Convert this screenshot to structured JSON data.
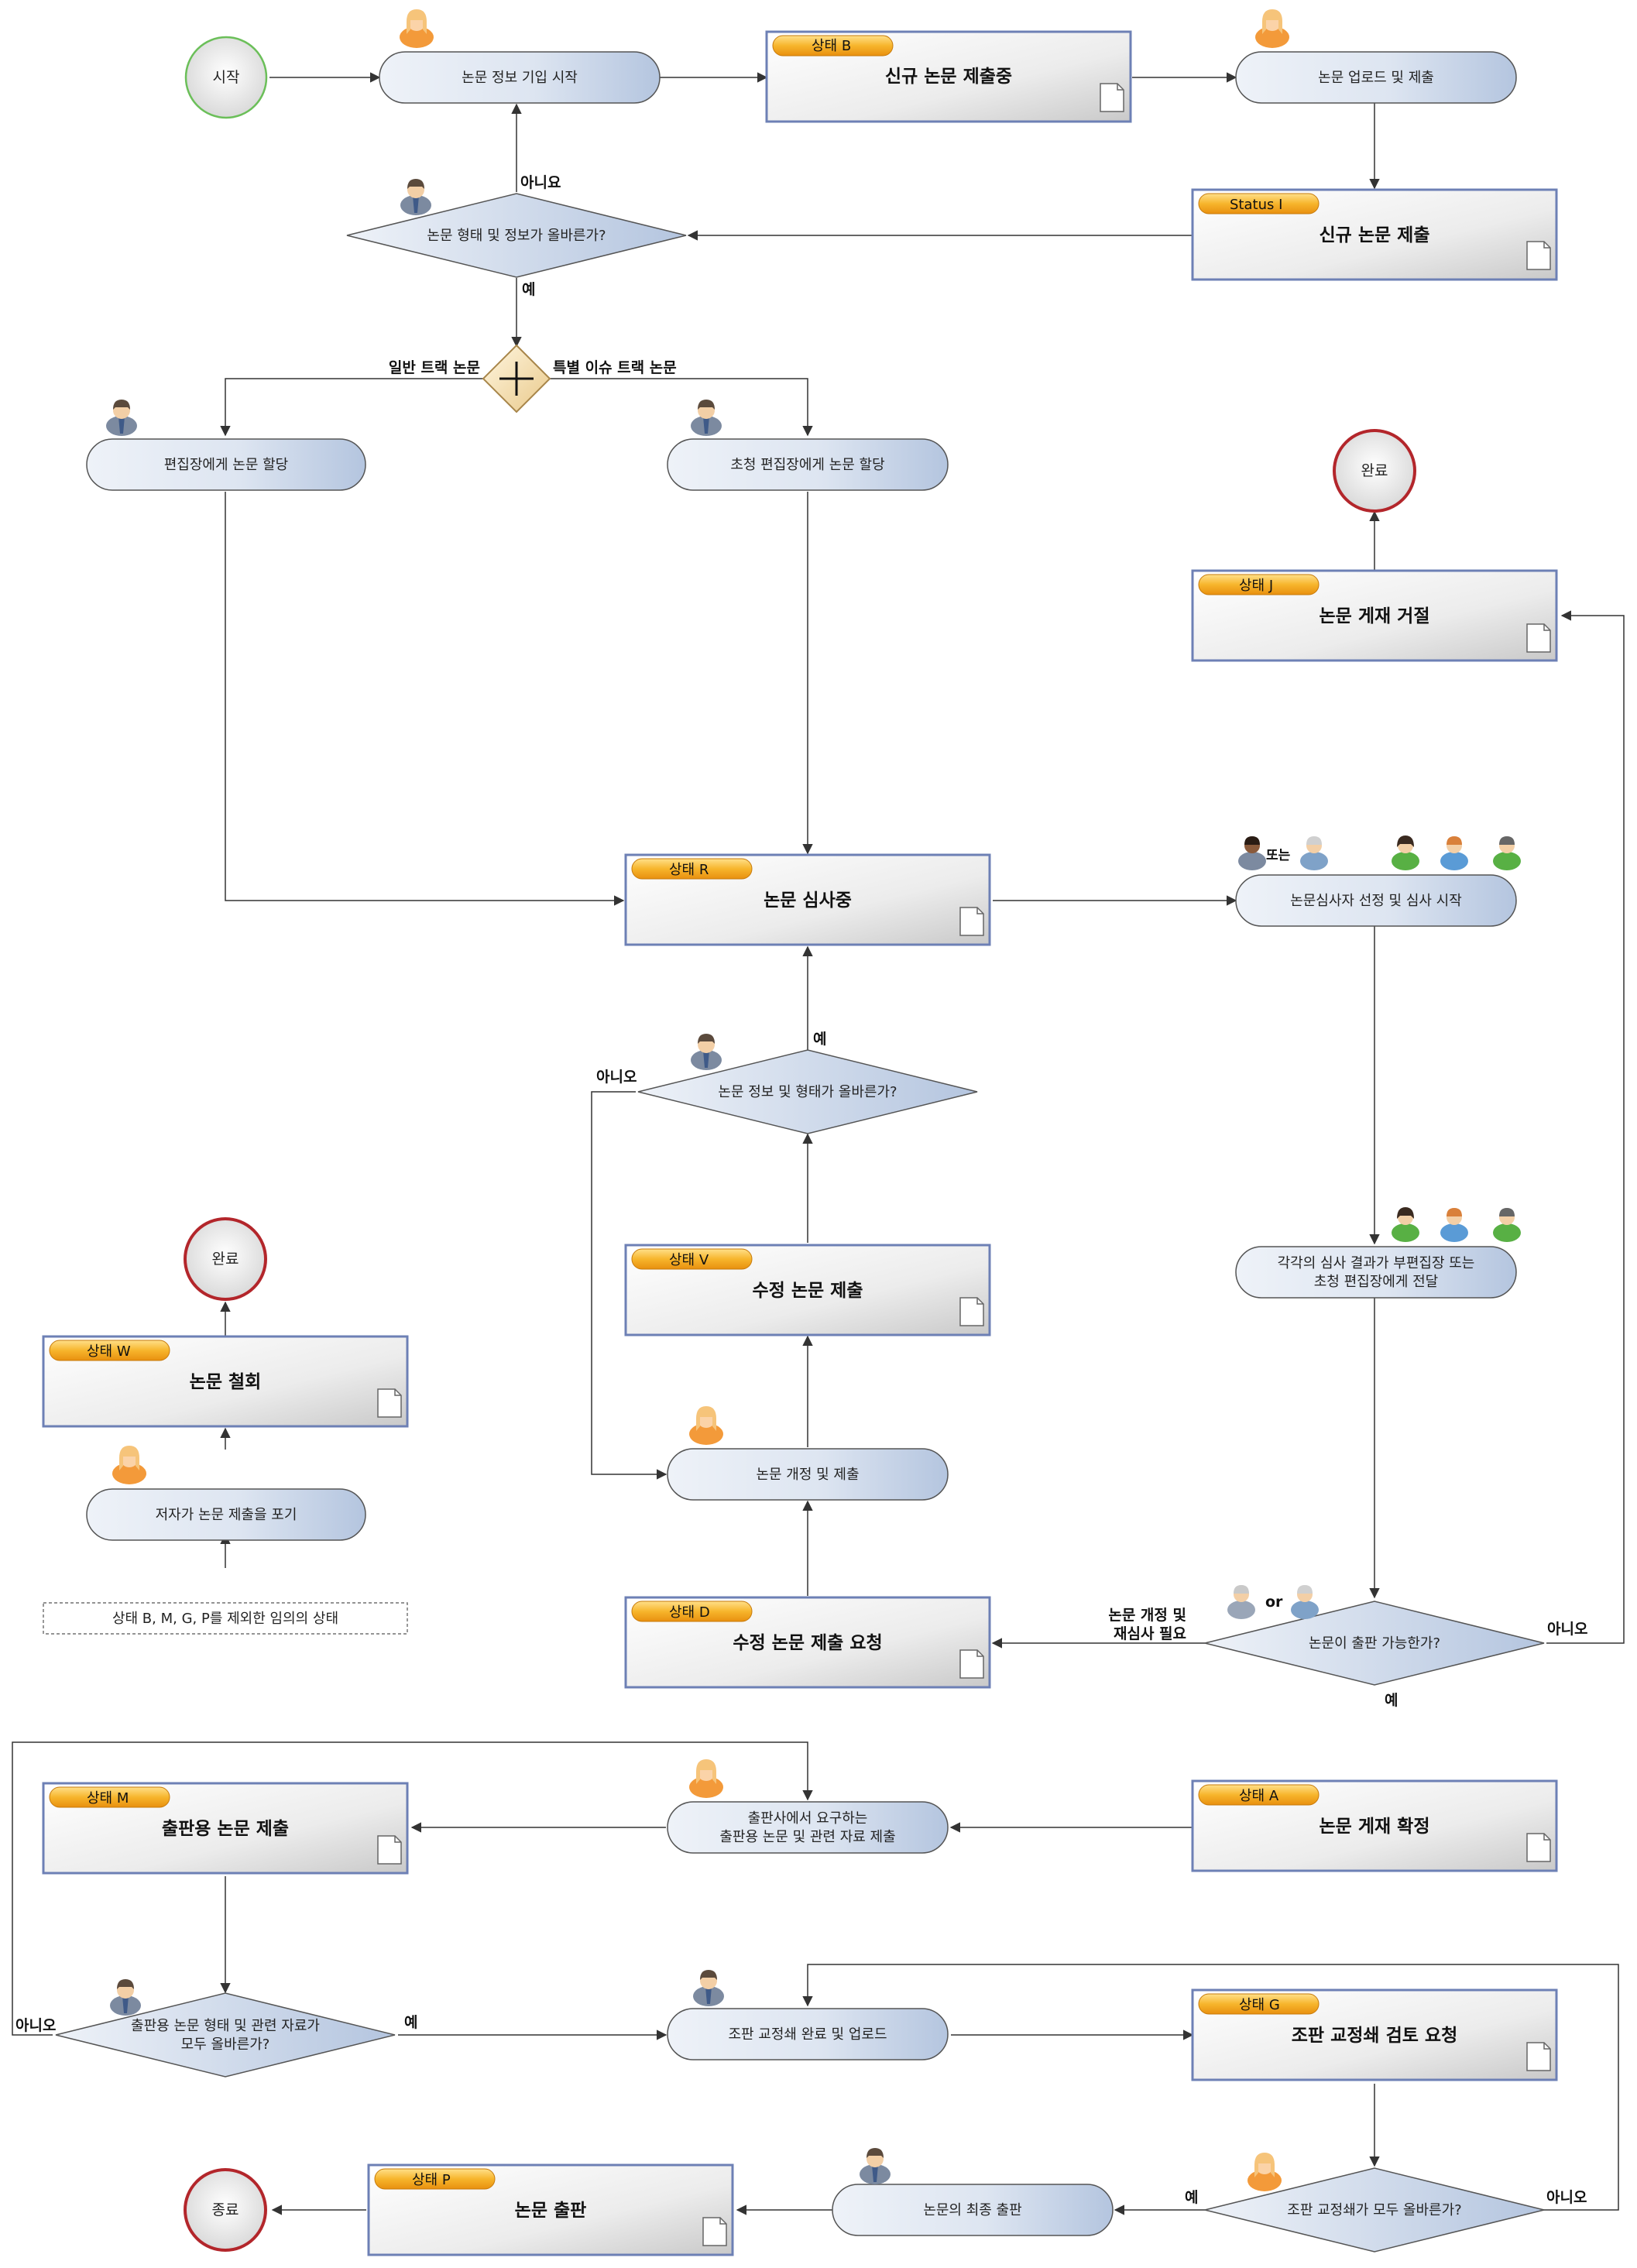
{
  "start": {
    "label": "시작"
  },
  "end": {
    "label": "종료"
  },
  "done_top": {
    "label": "완료"
  },
  "done_left": {
    "label": "완료"
  },
  "tasks": {
    "enter_info": "논문 정보 기입 시작",
    "upload_submit": "논문 업로드 및 제출",
    "assign_editor": "편집장에게 논문 할당",
    "assign_guest": "초청 편집장에게 논문 할당",
    "select_reviewers": "논문심사자 선정 및 심사 시작",
    "forward_results": [
      "각각의 심사 결과가 부편집장 또는",
      "초청 편집장에게 전달"
    ],
    "revise_submit": "논문 개정 및 제출",
    "author_withdraw": "저자가 논문 제출을 포기",
    "publisher_materials": [
      "출판사에서 요구하는",
      "출판용 논문 및 관련 자료 제출"
    ],
    "proof_upload": "조판 교정쇄 완료 및 업로드",
    "final_publish": "논문의 최종 출판"
  },
  "any_state": "상태 B, M, G, P를 제외한 임의의 상태",
  "states": {
    "B": {
      "badge": "상태 B",
      "title": "신규 논문 제출중"
    },
    "I": {
      "badge": "Status I",
      "title": "신규 논문 제출"
    },
    "J": {
      "badge": "상태 J",
      "title": "논문 게재 거절"
    },
    "R": {
      "badge": "상태 R",
      "title": "논문 심사중"
    },
    "V": {
      "badge": "상태 V",
      "title": "수정 논문 제출"
    },
    "W": {
      "badge": "상태 W",
      "title": "논문 철회"
    },
    "D": {
      "badge": "상태 D",
      "title": "수정 논문 제출 요청"
    },
    "A": {
      "badge": "상태 A",
      "title": "논문 게재 확정"
    },
    "M": {
      "badge": "상태 M",
      "title": "출판용 논문 제출"
    },
    "G": {
      "badge": "상태 G",
      "title": "조판 교정쇄 검토 요청"
    },
    "P": {
      "badge": "상태 P",
      "title": "논문 출판"
    }
  },
  "decisions": {
    "format_info": "논문 형태 및 정보가 올바른가?",
    "info_format": "논문 정보 및 형태가 올바른가?",
    "publishable": "논문이 출판 가능한가?",
    "pub_materials": [
      "출판용 논문 형태 및 관련 자료가",
      "모두 올바른가?"
    ],
    "proofs_ok": "조판 교정쇄가 모두 올바른가?"
  },
  "edge_labels": {
    "no1": "아니요",
    "yes1": "예",
    "regular_track": "일반 트랙 논문",
    "special_track": "특별 이슈 트랙 논문",
    "yes2": "예",
    "no2": "아니오",
    "revise_req": [
      "논문 개정 및",
      "재심사 필요"
    ],
    "no3": "아니오",
    "yes3": "예",
    "no4": "아니오",
    "yes4": "예",
    "yes5": "예",
    "no5": "아니오",
    "or_kr": "또는",
    "or_en": "or"
  },
  "colors": {
    "task_fill_left": "#eef2f8",
    "task_fill_right": "#b4c5df",
    "badge": "#f3a21b",
    "state_border": "#6d80b5",
    "start_border": "#6bbf59",
    "end_border": "#b3262b"
  }
}
